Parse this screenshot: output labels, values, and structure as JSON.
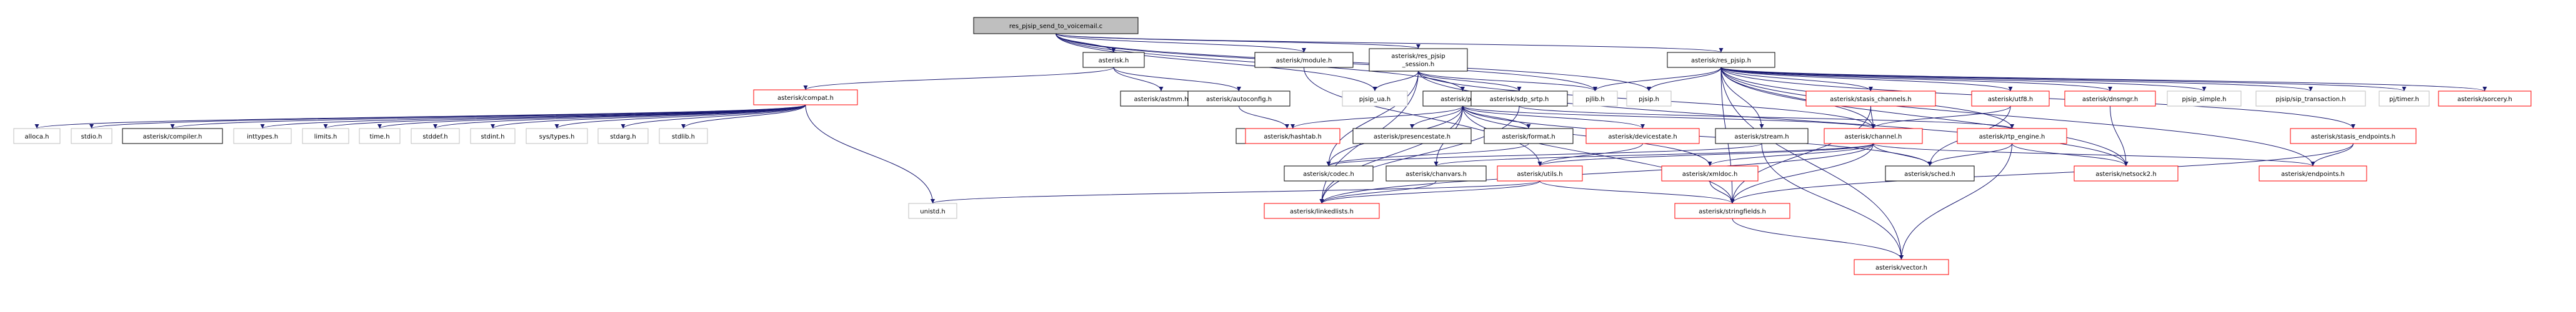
{
  "colors": {
    "background": "#ffffff",
    "edge": "#191970",
    "root_fill": "#bfbfbf",
    "node_fill": "#ffffff",
    "border_plain": "#000000",
    "border_missing": "#ff0000",
    "border_system": "#bfbfbf",
    "text": "#000000"
  },
  "nodes": [
    {
      "id": "root",
      "label": "res_pjsip_send_to_voicemail.c",
      "kind": "root"
    },
    {
      "id": "asterisk_h",
      "label": "asterisk.h",
      "kind": "plain"
    },
    {
      "id": "module_h",
      "label": "asterisk/module.h",
      "kind": "plain"
    },
    {
      "id": "res_pjsip_session_h",
      "lines": [
        "asterisk/res_pjsip",
        "_session.h"
      ],
      "kind": "plain"
    },
    {
      "id": "res_pjsip_h",
      "label": "asterisk/res_pjsip.h",
      "kind": "plain"
    },
    {
      "id": "compat_h",
      "label": "asterisk/compat.h",
      "kind": "missing"
    },
    {
      "id": "astmm_h",
      "label": "asterisk/astmm.h",
      "kind": "plain"
    },
    {
      "id": "autoconfig_h",
      "label": "asterisk/autoconfig.h",
      "kind": "plain"
    },
    {
      "id": "pjsip_ua_h",
      "label": "pjsip_ua.h",
      "kind": "system"
    },
    {
      "id": "pbx_h",
      "label": "asterisk/pbx.h",
      "kind": "plain"
    },
    {
      "id": "sdp_srtp_h",
      "label": "asterisk/sdp_srtp.h",
      "kind": "plain"
    },
    {
      "id": "pjlib_h",
      "label": "pjlib.h",
      "kind": "system"
    },
    {
      "id": "pjsip_h",
      "label": "pjsip.h",
      "kind": "system"
    },
    {
      "id": "stasis_channels_h",
      "label": "asterisk/stasis_channels.h",
      "kind": "missing"
    },
    {
      "id": "utf8_h",
      "label": "asterisk/utf8.h",
      "kind": "missing"
    },
    {
      "id": "dnsmgr_h",
      "label": "asterisk/dnsmgr.h",
      "kind": "missing"
    },
    {
      "id": "pjsip_simple_h",
      "label": "pjsip_simple.h",
      "kind": "system"
    },
    {
      "id": "pjsip_sip_transaction_h",
      "label": "pjsip/sip_transaction.h",
      "kind": "system"
    },
    {
      "id": "pj_timer_h",
      "label": "pj/timer.h",
      "kind": "system"
    },
    {
      "id": "sorcery_h",
      "label": "asterisk/sorcery.h",
      "kind": "missing"
    },
    {
      "id": "alloca_h",
      "label": "alloca.h",
      "kind": "system"
    },
    {
      "id": "stdio_h",
      "label": "stdio.h",
      "kind": "system"
    },
    {
      "id": "compiler_h",
      "label": "asterisk/compiler.h",
      "kind": "plain"
    },
    {
      "id": "inttypes_h",
      "label": "inttypes.h",
      "kind": "system"
    },
    {
      "id": "limits_h",
      "label": "limits.h",
      "kind": "system"
    },
    {
      "id": "time_h",
      "label": "time.h",
      "kind": "system"
    },
    {
      "id": "stddef_h",
      "label": "stddef.h",
      "kind": "system"
    },
    {
      "id": "stdint_h",
      "label": "stdint.h",
      "kind": "system"
    },
    {
      "id": "sys_types_h",
      "label": "sys/types.h",
      "kind": "system"
    },
    {
      "id": "stdarg_h",
      "label": "stdarg.h",
      "kind": "system"
    },
    {
      "id": "stdlib_h",
      "label": "stdlib.h",
      "kind": "system"
    },
    {
      "id": "buildopts_h",
      "label": "asterisk/buildopts.h",
      "kind": "plain"
    },
    {
      "id": "hashtab_h",
      "label": "asterisk/hashtab.h",
      "kind": "missing"
    },
    {
      "id": "presencestate_h",
      "label": "asterisk/presencestate.h",
      "kind": "plain"
    },
    {
      "id": "format_h",
      "label": "asterisk/format.h",
      "kind": "plain"
    },
    {
      "id": "devicestate_h",
      "label": "asterisk/devicestate.h",
      "kind": "missing"
    },
    {
      "id": "stream_h",
      "label": "asterisk/stream.h",
      "kind": "plain"
    },
    {
      "id": "channel_h",
      "label": "asterisk/channel.h",
      "kind": "missing"
    },
    {
      "id": "rtp_engine_h",
      "label": "asterisk/rtp_engine.h",
      "kind": "missing"
    },
    {
      "id": "stasis_endpoints_h",
      "label": "asterisk/stasis_endpoints.h",
      "kind": "missing"
    },
    {
      "id": "codec_h",
      "label": "asterisk/codec.h",
      "kind": "plain"
    },
    {
      "id": "chanvars_h",
      "label": "asterisk/chanvars.h",
      "kind": "plain"
    },
    {
      "id": "utils_h",
      "label": "asterisk/utils.h",
      "kind": "missing"
    },
    {
      "id": "xmldoc_h",
      "label": "asterisk/xmldoc.h",
      "kind": "missing"
    },
    {
      "id": "sched_h",
      "label": "asterisk/sched.h",
      "kind": "plain"
    },
    {
      "id": "netsock2_h",
      "label": "asterisk/netsock2.h",
      "kind": "missing"
    },
    {
      "id": "endpoints_h",
      "label": "asterisk/endpoints.h",
      "kind": "missing"
    },
    {
      "id": "unistd_h",
      "label": "unistd.h",
      "kind": "system"
    },
    {
      "id": "linkedlists_h",
      "label": "asterisk/linkedlists.h",
      "kind": "missing"
    },
    {
      "id": "stringfields_h",
      "label": "asterisk/stringfields.h",
      "kind": "missing"
    },
    {
      "id": "vector_h",
      "label": "asterisk/vector.h",
      "kind": "missing"
    }
  ],
  "edges": [
    [
      "root",
      "asterisk_h"
    ],
    [
      "root",
      "module_h"
    ],
    [
      "root",
      "res_pjsip_session_h"
    ],
    [
      "root",
      "res_pjsip_h"
    ],
    [
      "root",
      "pjsip_ua_h"
    ],
    [
      "root",
      "pjlib_h"
    ],
    [
      "root",
      "pjsip_h"
    ],
    [
      "root",
      "pbx_h"
    ],
    [
      "asterisk_h",
      "compat_h"
    ],
    [
      "asterisk_h",
      "astmm_h"
    ],
    [
      "asterisk_h",
      "autoconfig_h"
    ],
    [
      "compat_h",
      "alloca_h"
    ],
    [
      "compat_h",
      "stdio_h"
    ],
    [
      "compat_h",
      "compiler_h"
    ],
    [
      "compat_h",
      "inttypes_h"
    ],
    [
      "compat_h",
      "limits_h"
    ],
    [
      "compat_h",
      "time_h"
    ],
    [
      "compat_h",
      "stddef_h"
    ],
    [
      "compat_h",
      "stdint_h"
    ],
    [
      "compat_h",
      "sys_types_h"
    ],
    [
      "compat_h",
      "stdarg_h"
    ],
    [
      "compat_h",
      "stdlib_h"
    ],
    [
      "compat_h",
      "unistd_h"
    ],
    [
      "autoconfig_h",
      "buildopts_h"
    ],
    [
      "module_h",
      "utils_h"
    ],
    [
      "res_pjsip_session_h",
      "pjsip_ua_h"
    ],
    [
      "res_pjsip_session_h",
      "pjlib_h"
    ],
    [
      "res_pjsip_session_h",
      "sdp_srtp_h"
    ],
    [
      "res_pjsip_session_h",
      "channel_h"
    ],
    [
      "res_pjsip_session_h",
      "netsock2_h"
    ],
    [
      "res_pjsip_session_h",
      "linkedlists_h"
    ],
    [
      "res_pjsip_session_h",
      "codec_h"
    ],
    [
      "res_pjsip_h",
      "pjsip_h"
    ],
    [
      "res_pjsip_h",
      "pjlib_h"
    ],
    [
      "res_pjsip_h",
      "stasis_channels_h"
    ],
    [
      "res_pjsip_h",
      "utf8_h"
    ],
    [
      "res_pjsip_h",
      "dnsmgr_h"
    ],
    [
      "res_pjsip_h",
      "pjsip_simple_h"
    ],
    [
      "res_pjsip_h",
      "pjsip_sip_transaction_h"
    ],
    [
      "res_pjsip_h",
      "pj_timer_h"
    ],
    [
      "res_pjsip_h",
      "sorcery_h"
    ],
    [
      "res_pjsip_h",
      "stasis_endpoints_h"
    ],
    [
      "res_pjsip_h",
      "channel_h"
    ],
    [
      "res_pjsip_h",
      "rtp_engine_h"
    ],
    [
      "res_pjsip_h",
      "netsock2_h"
    ],
    [
      "res_pjsip_h",
      "stream_h"
    ],
    [
      "res_pjsip_h",
      "endpoints_h"
    ],
    [
      "res_pjsip_h",
      "stringfields_h"
    ],
    [
      "res_pjsip_h",
      "vector_h"
    ],
    [
      "pbx_h",
      "hashtab_h"
    ],
    [
      "pbx_h",
      "presencestate_h"
    ],
    [
      "pbx_h",
      "format_h"
    ],
    [
      "pbx_h",
      "devicestate_h"
    ],
    [
      "pbx_h",
      "channel_h"
    ],
    [
      "pbx_h",
      "chanvars_h"
    ],
    [
      "pbx_h",
      "xmldoc_h"
    ],
    [
      "pbx_h",
      "stringfields_h"
    ],
    [
      "pbx_h",
      "linkedlists_h"
    ],
    [
      "pbx_h",
      "codec_h"
    ],
    [
      "pbx_h",
      "sched_h"
    ],
    [
      "sdp_srtp_h",
      "rtp_engine_h"
    ],
    [
      "sdp_srtp_h",
      "linkedlists_h"
    ],
    [
      "stasis_channels_h",
      "channel_h"
    ],
    [
      "stasis_channels_h",
      "stringfields_h"
    ],
    [
      "utf8_h",
      "sched_h"
    ],
    [
      "utf8_h",
      "channel_h"
    ],
    [
      "dnsmgr_h",
      "netsock2_h"
    ],
    [
      "format_h",
      "codec_h"
    ],
    [
      "devicestate_h",
      "utils_h"
    ],
    [
      "stream_h",
      "codec_h"
    ],
    [
      "stream_h",
      "vector_h"
    ],
    [
      "channel_h",
      "chanvars_h"
    ],
    [
      "channel_h",
      "utils_h"
    ],
    [
      "channel_h",
      "stringfields_h"
    ],
    [
      "channel_h",
      "linkedlists_h"
    ],
    [
      "channel_h",
      "endpoints_h"
    ],
    [
      "channel_h",
      "sched_h"
    ],
    [
      "channel_h",
      "xmldoc_h"
    ],
    [
      "rtp_engine_h",
      "netsock2_h"
    ],
    [
      "rtp_engine_h",
      "sched_h"
    ],
    [
      "rtp_engine_h",
      "vector_h"
    ],
    [
      "stasis_endpoints_h",
      "endpoints_h"
    ],
    [
      "stasis_endpoints_h",
      "stringfields_h"
    ],
    [
      "chanvars_h",
      "linkedlists_h"
    ],
    [
      "utils_h",
      "unistd_h"
    ],
    [
      "utils_h",
      "linkedlists_h"
    ],
    [
      "utils_h",
      "stringfields_h"
    ],
    [
      "xmldoc_h",
      "stringfields_h"
    ],
    [
      "stringfields_h",
      "vector_h"
    ]
  ]
}
